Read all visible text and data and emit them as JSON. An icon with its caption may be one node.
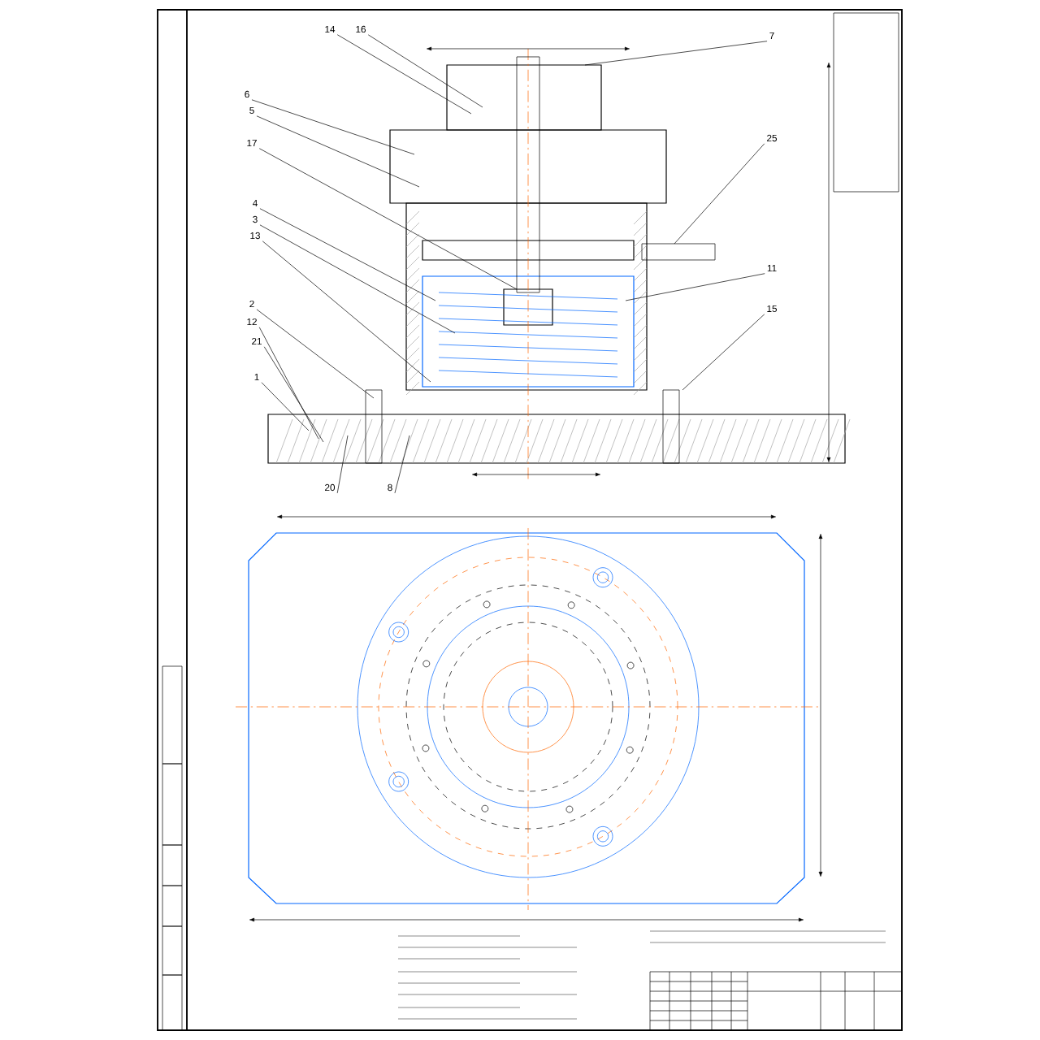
{
  "diagram": {
    "nodes": [
      {
        "text": [
          "14"
        ]
      },
      {
        "text": [
          "16"
        ]
      },
      {
        "text": [
          "6"
        ]
      },
      {
        "text": [
          "5"
        ]
      },
      {
        "text": [
          "17"
        ]
      },
      {
        "text": [
          "4"
        ]
      },
      {
        "text": [
          "3"
        ]
      },
      {
        "text": [
          "13"
        ]
      },
      {
        "text": [
          "2"
        ]
      },
      {
        "text": [
          "12"
        ]
      },
      {
        "text": [
          "21"
        ]
      },
      {
        "text": [
          "1"
        ]
      },
      {
        "text": [
          "20"
        ]
      },
      {
        "text": [
          "8"
        ]
      },
      {
        "text": [
          "7"
        ]
      },
      {
        "text": [
          "25"
        ]
      },
      {
        "text": [
          "11"
        ]
      },
      {
        "text": [
          "15"
        ]
      }
    ],
    "edges": [
      {
        "from": 0,
        "to": null,
        "arrow": "none"
      },
      {
        "from": 1,
        "to": null,
        "arrow": "none"
      },
      {
        "from": 2,
        "to": null,
        "arrow": "none"
      },
      {
        "from": 3,
        "to": null,
        "arrow": "none"
      },
      {
        "from": 4,
        "to": null,
        "arrow": "none"
      },
      {
        "from": 5,
        "to": null,
        "arrow": "none"
      },
      {
        "from": 6,
        "to": null,
        "arrow": "none"
      },
      {
        "from": 7,
        "to": null,
        "arrow": "none"
      },
      {
        "from": 8,
        "to": null,
        "arrow": "none"
      },
      {
        "from": 9,
        "to": null,
        "arrow": "none"
      },
      {
        "from": 10,
        "to": null,
        "arrow": "none"
      },
      {
        "from": 11,
        "to": null,
        "arrow": "none"
      },
      {
        "from": 12,
        "to": null,
        "arrow": "none"
      },
      {
        "from": 13,
        "to": null,
        "arrow": "none"
      },
      {
        "from": 14,
        "to": null,
        "arrow": "none"
      },
      {
        "from": 15,
        "to": null,
        "arrow": "none"
      },
      {
        "from": 16,
        "to": null,
        "arrow": "none"
      },
      {
        "from": 17,
        "to": null,
        "arrow": "none"
      }
    ]
  }
}
